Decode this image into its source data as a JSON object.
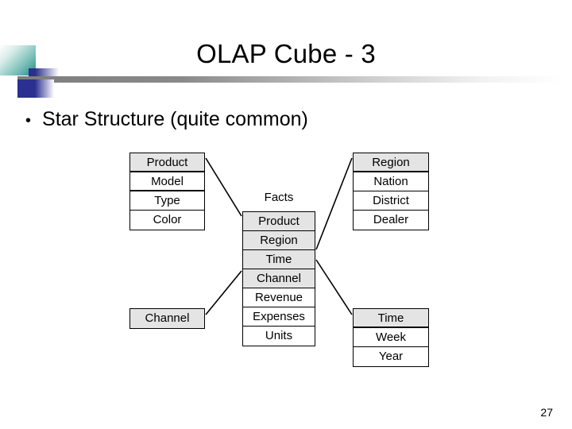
{
  "slide": {
    "title": "OLAP Cube - 3",
    "page_number": "27",
    "bullets": [
      {
        "mark": "•",
        "text": "Star Structure (quite common)"
      }
    ],
    "colors": {
      "teal_accent": "#1d8c86",
      "blue_accent": "#2b2f8f",
      "rule_gray": "#7d7d7d",
      "key_row_fill": "#e4e4e4",
      "text": "#000000",
      "background": "#ffffff"
    }
  },
  "diagram": {
    "type": "star-schema",
    "fact_table": {
      "caption": "Facts",
      "rows": [
        {
          "label": "Product",
          "key": true
        },
        {
          "label": "Region",
          "key": true
        },
        {
          "label": "Time",
          "key": true
        },
        {
          "label": "Channel",
          "key": true
        },
        {
          "label": "Revenue",
          "key": false
        },
        {
          "label": "Expenses",
          "key": false
        },
        {
          "label": "Units",
          "key": false
        }
      ]
    },
    "dimension_tables": [
      {
        "name": "product-dimension",
        "rows": [
          {
            "label": "Product",
            "key": true
          },
          {
            "label": "Model",
            "key": false
          },
          {
            "label": "Type",
            "key": false
          },
          {
            "label": "Color",
            "key": false
          }
        ]
      },
      {
        "name": "region-dimension",
        "rows": [
          {
            "label": "Region",
            "key": true
          },
          {
            "label": "Nation",
            "key": false
          },
          {
            "label": "District",
            "key": false
          },
          {
            "label": "Dealer",
            "key": false
          }
        ]
      },
      {
        "name": "channel-dimension",
        "rows": [
          {
            "label": "Channel",
            "key": true
          }
        ]
      },
      {
        "name": "time-dimension",
        "rows": [
          {
            "label": "Time",
            "key": true
          },
          {
            "label": "Week",
            "key": false
          },
          {
            "label": "Year",
            "key": false
          }
        ]
      }
    ],
    "relationships": [
      {
        "from": "product-dimension",
        "to": "fact-table-product"
      },
      {
        "from": "region-dimension",
        "to": "fact-table-region"
      },
      {
        "from": "channel-dimension",
        "to": "fact-table-channel"
      },
      {
        "from": "time-dimension",
        "to": "fact-table-time"
      }
    ]
  }
}
